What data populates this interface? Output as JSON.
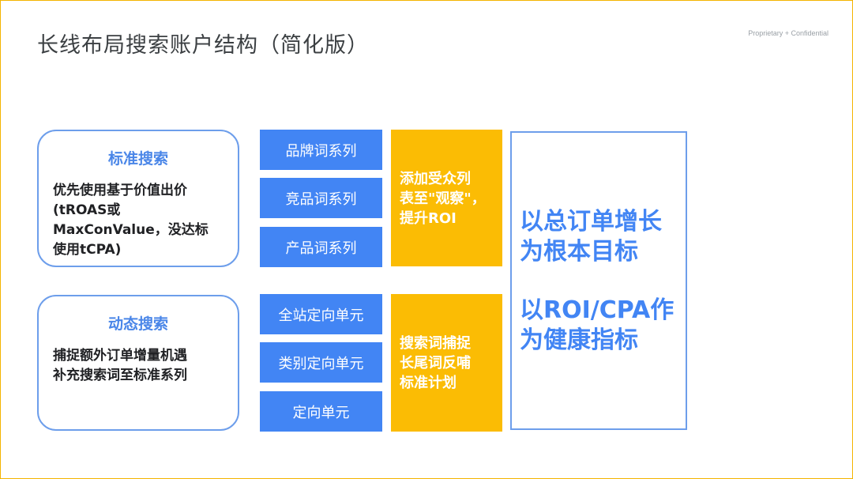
{
  "slide": {
    "title": "长线布局搜索账户结构（简化版）",
    "confidential": "Proprietary + Confidential"
  },
  "standard_search": {
    "title": "标准搜索",
    "description": "优先使用基于价值出价\n(tROAS或\nMaxConValue，没达标\n使用tCPA)"
  },
  "dynamic_search": {
    "title": "动态搜索",
    "description": "捕捉额外订单增量机遇\n补充搜索词至标准系列"
  },
  "standard_units": [
    "品牌词系列",
    "竞品词系列",
    "产品词系列"
  ],
  "dynamic_units": [
    "全站定向单元",
    "类别定向单元",
    "定向单元"
  ],
  "standard_action": "添加受众列\n表至\"观察\"，\n提升ROI",
  "dynamic_action": "搜索词捕捉\n长尾词反哺\n标准计划",
  "goals": {
    "primary": "以总订单增长\n为根本目标",
    "health": "以ROI/CPA作\n为健康指标"
  },
  "colors": {
    "border": "#f4b400",
    "blue": "#4285f4",
    "panel_border": "#6d9eeb",
    "yellow": "#fbbc04"
  }
}
